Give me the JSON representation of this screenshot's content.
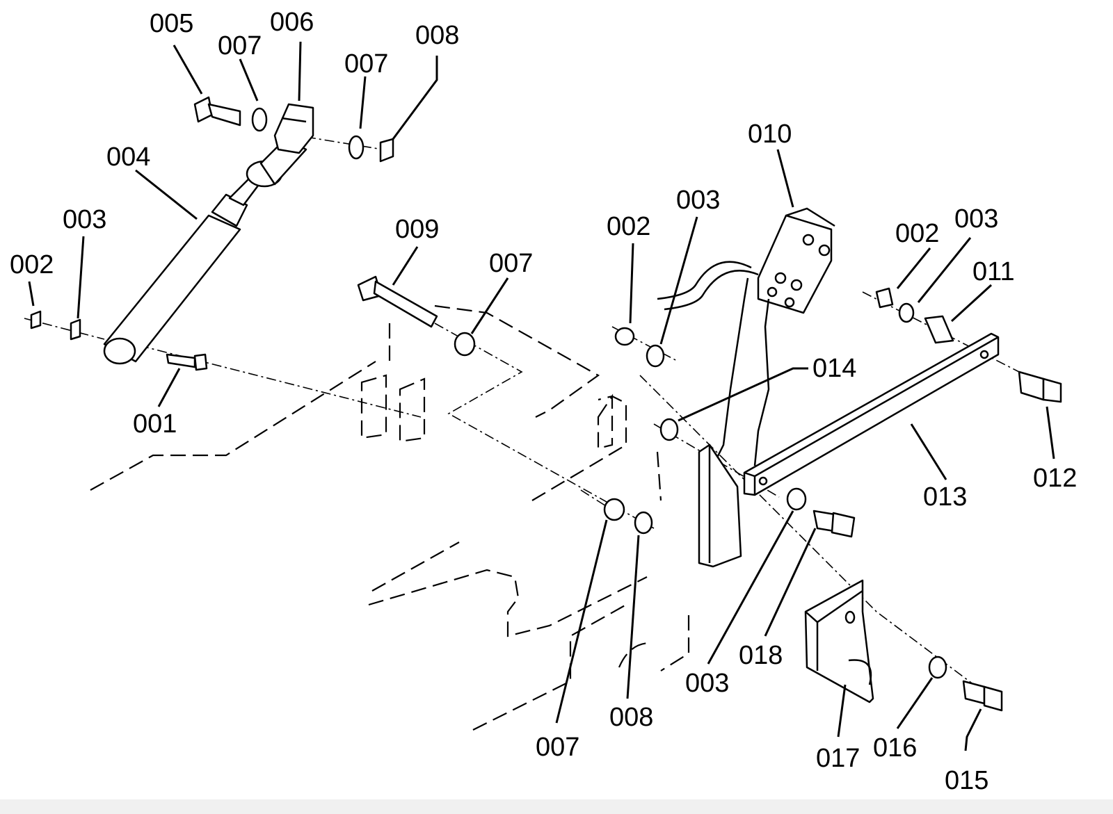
{
  "diagram": {
    "callouts": [
      {
        "id": "c001",
        "text": "001"
      },
      {
        "id": "c002a",
        "text": "002"
      },
      {
        "id": "c002b",
        "text": "002"
      },
      {
        "id": "c002c",
        "text": "002"
      },
      {
        "id": "c003a",
        "text": "003"
      },
      {
        "id": "c003b",
        "text": "003"
      },
      {
        "id": "c003c",
        "text": "003"
      },
      {
        "id": "c003d",
        "text": "003"
      },
      {
        "id": "c004",
        "text": "004"
      },
      {
        "id": "c005",
        "text": "005"
      },
      {
        "id": "c006",
        "text": "006"
      },
      {
        "id": "c007a",
        "text": "007"
      },
      {
        "id": "c007b",
        "text": "007"
      },
      {
        "id": "c007c",
        "text": "007"
      },
      {
        "id": "c007d",
        "text": "007"
      },
      {
        "id": "c008a",
        "text": "008"
      },
      {
        "id": "c008b",
        "text": "008"
      },
      {
        "id": "c009",
        "text": "009"
      },
      {
        "id": "c010",
        "text": "010"
      },
      {
        "id": "c011",
        "text": "011"
      },
      {
        "id": "c012",
        "text": "012"
      },
      {
        "id": "c013",
        "text": "013"
      },
      {
        "id": "c014",
        "text": "014"
      },
      {
        "id": "c015",
        "text": "015"
      },
      {
        "id": "c016",
        "text": "016"
      },
      {
        "id": "c017",
        "text": "017"
      },
      {
        "id": "c018",
        "text": "018"
      }
    ]
  }
}
